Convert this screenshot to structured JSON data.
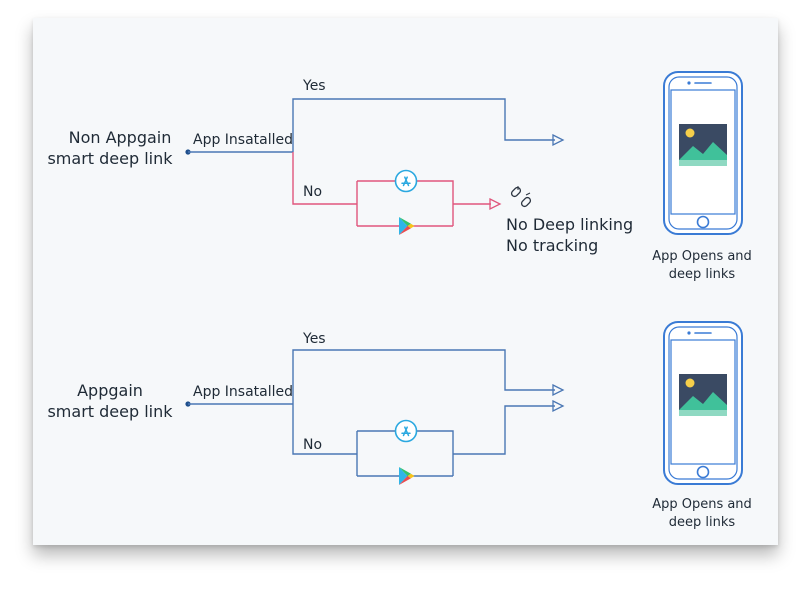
{
  "top_flow": {
    "source_line1": "Non Appgain",
    "source_line2": "smart deep link",
    "decision": "App Insatalled",
    "yes": "Yes",
    "no": "No",
    "result_line1": "No Deep linking",
    "result_line2": "No tracking",
    "phone_caption_line1": "App Opens and",
    "phone_caption_line2": "deep links"
  },
  "bottom_flow": {
    "source_line1": "Appgain",
    "source_line2": "smart deep link",
    "decision": "App Insatalled",
    "yes": "Yes",
    "no": "No",
    "phone_caption_line1": "App Opens and",
    "phone_caption_line2": "deep links"
  },
  "colors": {
    "blue_line": "#4a77b4",
    "pink_line": "#e0567c",
    "app_store": "#2aa8e0",
    "phone_outline": "#3a7bd5"
  },
  "icons": [
    "app-store-icon",
    "google-play-icon",
    "broken-link-icon",
    "phone-icon",
    "image-icon"
  ]
}
